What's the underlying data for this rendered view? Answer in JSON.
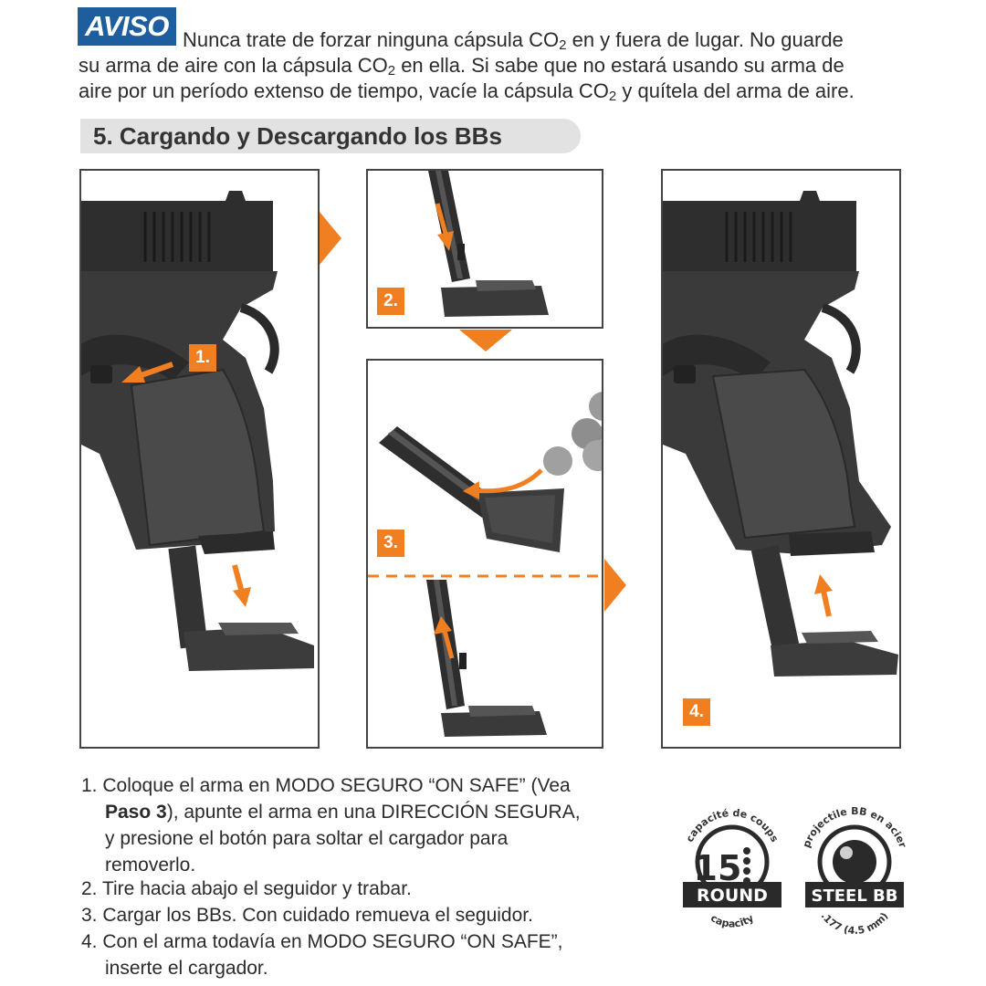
{
  "warning": {
    "badge": "AVISO",
    "line1": {
      "text": "Nunca trate de forzar ninguna cápsula CO",
      "sub": "2",
      "tail": " en y fuera de lugar. No guarde"
    },
    "line2": {
      "text": "su arma de aire con la cápsula CO",
      "sub": "2",
      "tail": " en ella. Si sabe que no estará usando su arma de"
    },
    "line3": {
      "text": "aire por un período extenso de tiempo, vacíe la cápsula CO",
      "sub": "2",
      "tail": " y quítela del arma de aire."
    }
  },
  "section": {
    "title": "5. Cargando y Descargando los BBs"
  },
  "steps": {
    "s1": "1.",
    "s2": "2.",
    "s3": "3.",
    "s4": "4."
  },
  "instructions": {
    "i1_l1": "1. Coloque el arma en MODO SEGURO “ON SAFE” (Vea",
    "i1_l2_bold": "Paso 3",
    "i1_l2_rest": "), apunte el arma en una DIRECCIÓN SEGURA,",
    "i1_l3": "y presione el botón para soltar el cargador para",
    "i1_l4": "removerlo.",
    "i2": "2. Tire hacia abajo el seguidor y trabar.",
    "i3": "3. Cargar los BBs. Con cuidado remueva el seguidor.",
    "i4_l1": "4. Con el arma todavía en MODO SEGURO “ON SAFE”,",
    "i4_l2": "inserte el cargador."
  },
  "badges": {
    "capacity": {
      "arc_top": "capacité de coups",
      "number": "15",
      "label": "ROUND",
      "arc_bottom": "capacity"
    },
    "steel": {
      "arc_top": "projectile BB en acier",
      "label": "STEEL BB",
      "arc_bottom": ".177 (4.5 mm)"
    }
  },
  "colors": {
    "accent": "#f07f22",
    "warning_blue": "#1f5e9e",
    "header_gray": "#e2e2e2",
    "gun": "#2c2c2c"
  }
}
